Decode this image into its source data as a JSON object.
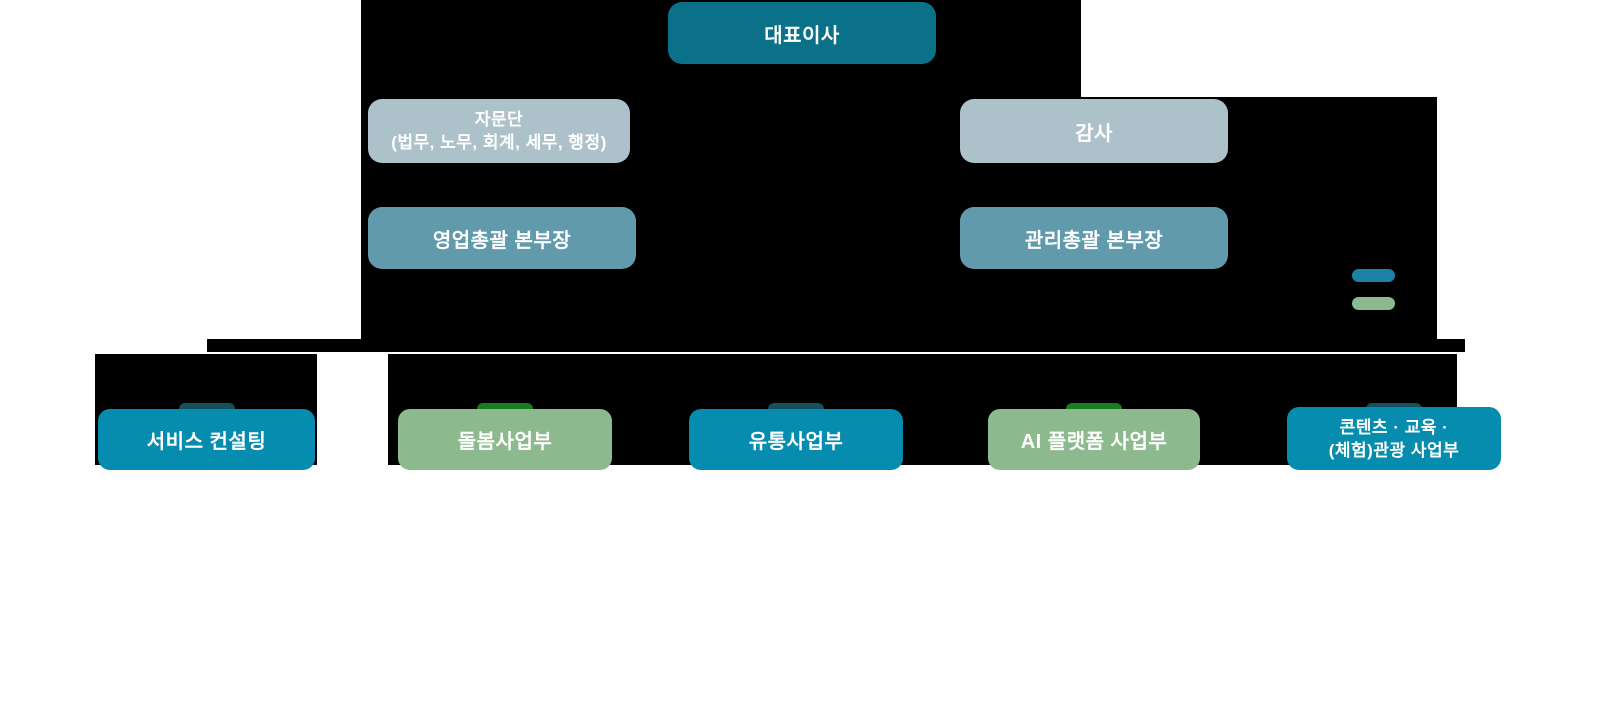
{
  "org_chart": {
    "ceo": {
      "label": "대표이사"
    },
    "advisory": {
      "line1": "자문단",
      "line2": "(법무, 노무, 회계, 세무, 행정)"
    },
    "audit": {
      "label": "감사"
    },
    "sales_director": {
      "label": "영업총괄 본부장"
    },
    "management_director": {
      "label": "관리총괄 본부장"
    },
    "divisions": [
      {
        "line1": "서비스 컨설팅",
        "color_type": "teal"
      },
      {
        "line1": "돌봄사업부",
        "color_type": "green"
      },
      {
        "line1": "유통사업부",
        "color_type": "teal"
      },
      {
        "line1": "AI 플랫폼 사업부",
        "color_type": "green"
      },
      {
        "line1": "콘텐츠 · 교육 ·",
        "line2": "(체험)관광 사업부",
        "color_type": "teal"
      }
    ],
    "legend": {
      "teal_swatch_color": "#1b82a6",
      "green_swatch_color": "#8cba90"
    },
    "colors": {
      "ceo_box": "#0a7189",
      "staff_box": "#adc1cb",
      "director_box": "#609aab",
      "division_teal": "#068cae",
      "division_green": "#8cba8e",
      "tab_teal_dark": "#15505f",
      "tab_green_dark": "#177d20",
      "connector_black": "#000000",
      "legend_teal": "#1b82a6",
      "legend_green": "#8cba90"
    }
  }
}
